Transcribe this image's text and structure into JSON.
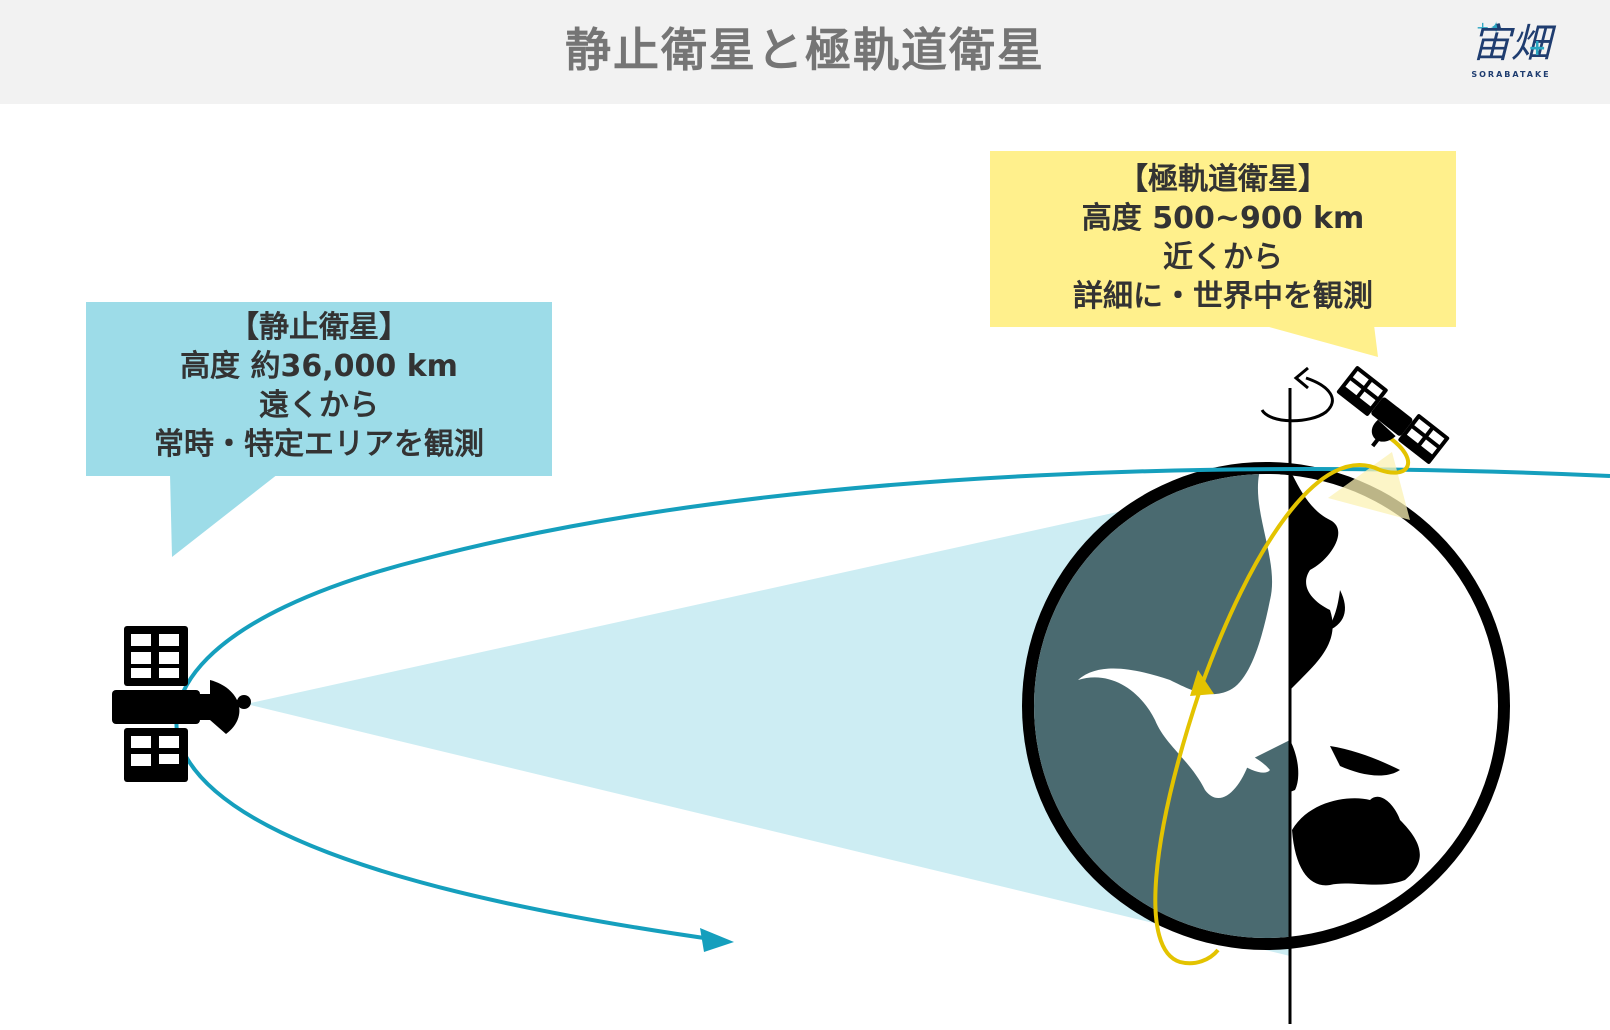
{
  "header": {
    "title": "静止衛星と極軌道衛星",
    "logo_text": "宙畑",
    "logo_subtext": "SORABATAKE"
  },
  "geo_callout": {
    "lines": [
      "【静止衛星】",
      "高度 約36,000 km",
      "遠くから",
      "常時・特定エリアを観測"
    ],
    "color": "#9ddce8"
  },
  "polar_callout": {
    "lines": [
      "【極軌道衛星】",
      "高度 500~900 km",
      "近くから",
      "詳細に・世界中を観測"
    ],
    "color": "#fff08c"
  },
  "colors": {
    "geo_orbit": "#159fbd",
    "polar_orbit": "#e3c300",
    "coverage_geo": "#cdedf3",
    "earth_dark": "#4a6a70",
    "earth_light": "#ffffff",
    "header_bg": "#f2f2f2"
  },
  "icons": [
    "satellite-icon",
    "rotation-arrow-icon",
    "earth-globe-icon"
  ]
}
